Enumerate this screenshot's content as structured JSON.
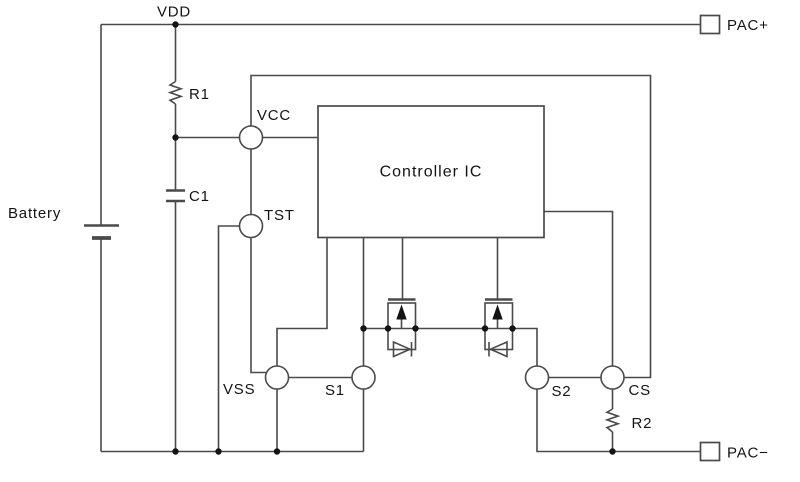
{
  "colors": {
    "bg": "#ffffff",
    "wire": "#4a4a4a",
    "text": "#141414"
  },
  "labels": {
    "vdd": "VDD",
    "pac_plus": "PAC+",
    "battery": "Battery",
    "r1": "R1",
    "c1": "C1",
    "vcc": "VCC",
    "tst": "TST",
    "controller_ic": "Controller IC",
    "vss": "VSS",
    "s1": "S1",
    "s2": "S2",
    "cs": "CS",
    "r2": "R2",
    "pac_minus": "PAC−"
  }
}
